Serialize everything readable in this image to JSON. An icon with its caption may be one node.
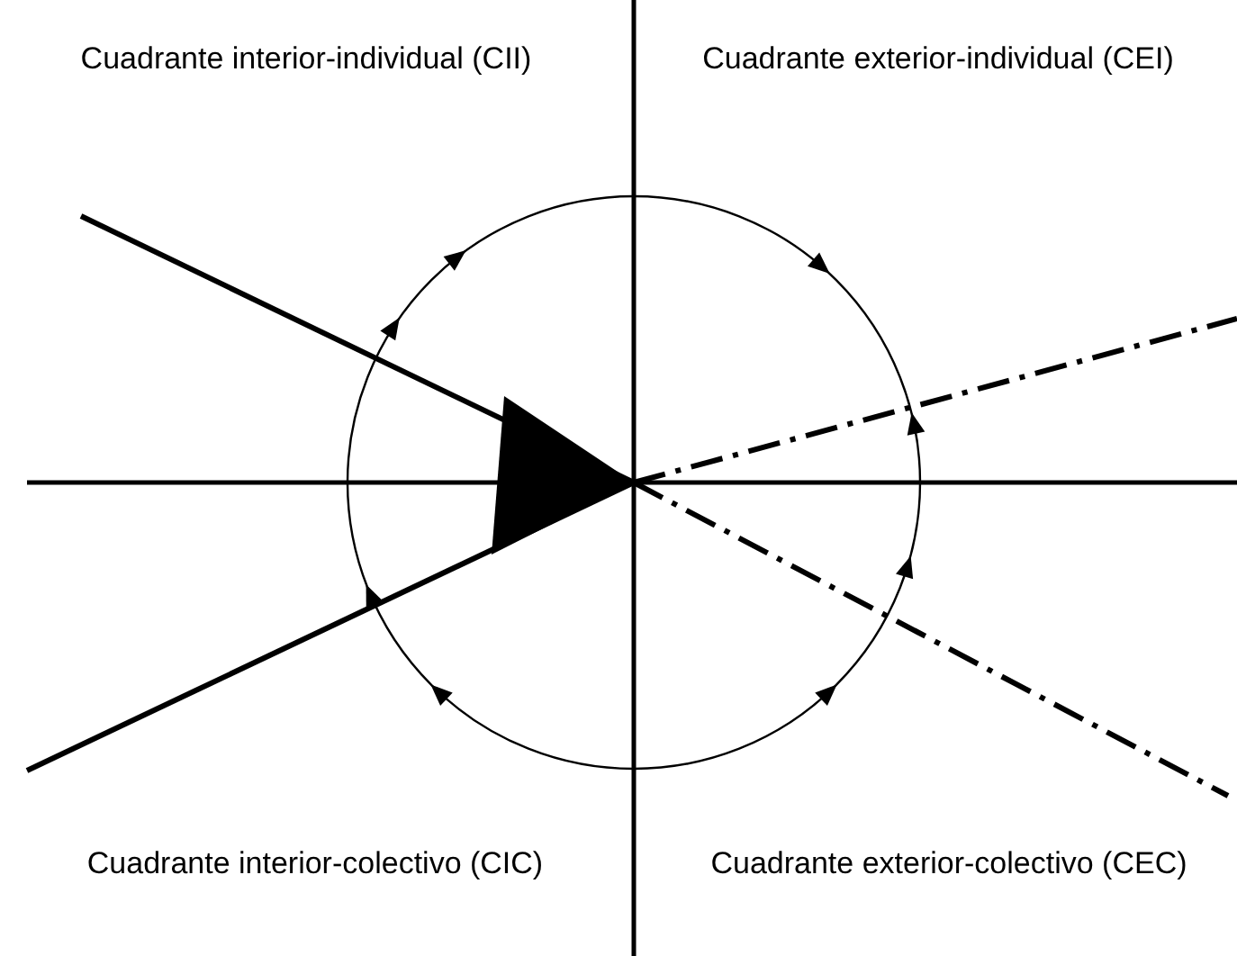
{
  "diagram": {
    "labels": [
      "Cuadrante interior-individual (CII)",
      "Cuadrante exterior-individual (CEI)",
      "Cuadrante interior-colectivo (CIC)",
      "Cuadrante exterior-colectivo (CEC)"
    ]
  }
}
